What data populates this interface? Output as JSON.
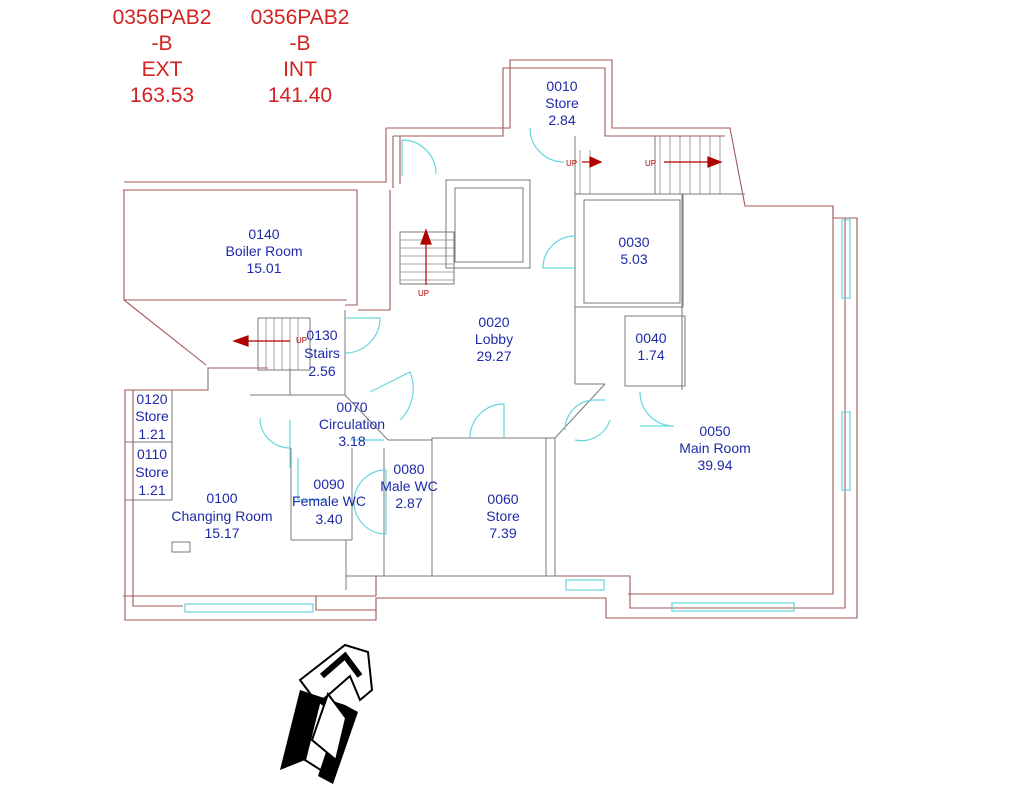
{
  "header_blocks": [
    {
      "lines": [
        "0356PAB2",
        "-B",
        "EXT",
        "163.53"
      ]
    },
    {
      "lines": [
        "0356PAB2",
        "-B",
        "INT",
        "141.40"
      ]
    }
  ],
  "rooms": [
    {
      "id": "0010",
      "name": "Store",
      "area": "2.84"
    },
    {
      "id": "0020",
      "name": "Lobby",
      "area": "29.27"
    },
    {
      "id": "0030",
      "name": "",
      "area": "5.03"
    },
    {
      "id": "0040",
      "name": "",
      "area": "1.74"
    },
    {
      "id": "0050",
      "name": "Main Room",
      "area": "39.94"
    },
    {
      "id": "0060",
      "name": "Store",
      "area": "7.39"
    },
    {
      "id": "0070",
      "name": "Circulation",
      "area": "3.18"
    },
    {
      "id": "0080",
      "name": "Male WC",
      "area": "2.87"
    },
    {
      "id": "0090",
      "name": "Female WC",
      "area": "3.40"
    },
    {
      "id": "0100",
      "name": "Changing Room",
      "area": "15.17"
    },
    {
      "id": "0110",
      "name": "Store",
      "area": "1.21"
    },
    {
      "id": "0120",
      "name": "Store",
      "area": "1.21"
    },
    {
      "id": "0130",
      "name": "Stairs",
      "area": "2.56"
    },
    {
      "id": "0140",
      "name": "Boiler Room",
      "area": "15.01"
    }
  ],
  "stair_labels": [
    "UP",
    "UP",
    "UP",
    "UP"
  ],
  "north_arrow": {
    "letter": "N",
    "icon": "north-arrow-icon"
  },
  "colors": {
    "wall": "#a05858",
    "door": "#66d6dc",
    "room_text": "#1e2aa8",
    "header_text": "#d22222",
    "arrow": "#b00000"
  }
}
